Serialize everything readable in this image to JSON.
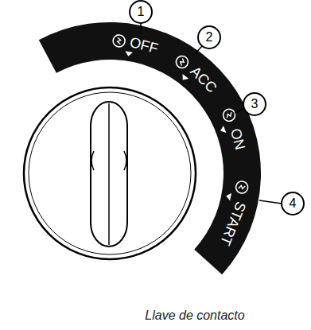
{
  "diagram": {
    "caption": "Llave de contacto",
    "labels": [
      "1",
      "OFF",
      "2",
      "ACC",
      "3",
      "ON",
      "4",
      "START"
    ]
  }
}
